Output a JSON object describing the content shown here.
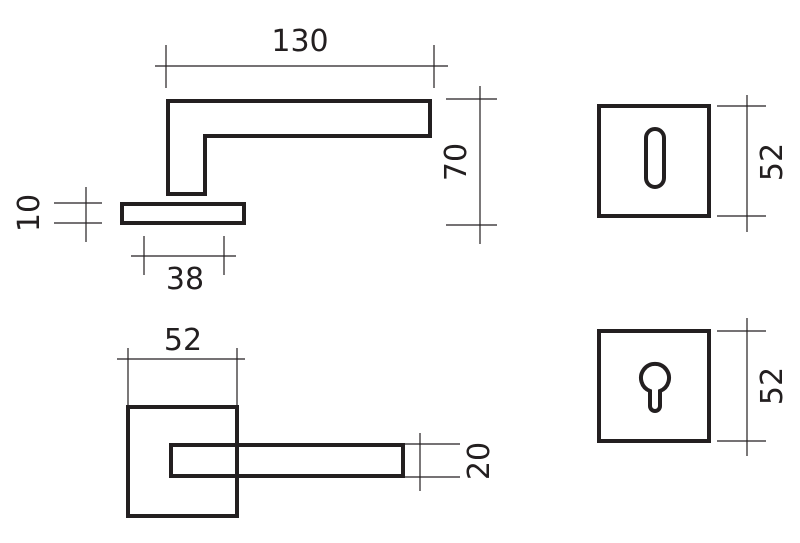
{
  "dimensions": {
    "handle_length": "130",
    "handle_height": "70",
    "rose_thickness": "10",
    "rose_width_side": "38",
    "rose_width_top": "52",
    "lever_width": "20",
    "keyhole_plate_size": "52",
    "euro_plate_size": "52"
  },
  "colors": {
    "line": "#231f20",
    "background": "#ffffff"
  }
}
